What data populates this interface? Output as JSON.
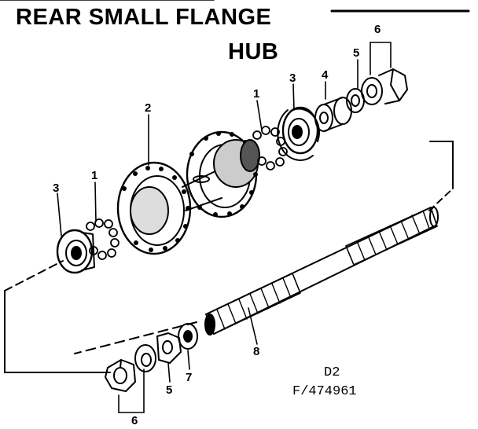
{
  "title": {
    "line1": "REAR SMALL FLANGE",
    "line2": "HUB"
  },
  "callouts": {
    "c1_upper": "1",
    "c1_lower": "1",
    "c2": "2",
    "c3_upper": "3",
    "c3_lower": "3",
    "c4": "4",
    "c5_upper": "5",
    "c5_lower": "5",
    "c6_upper": "6",
    "c6_lower": "6",
    "c7": "7",
    "c8": "8"
  },
  "diagram_code": {
    "line1": "D2",
    "line2": "F/474961"
  }
}
